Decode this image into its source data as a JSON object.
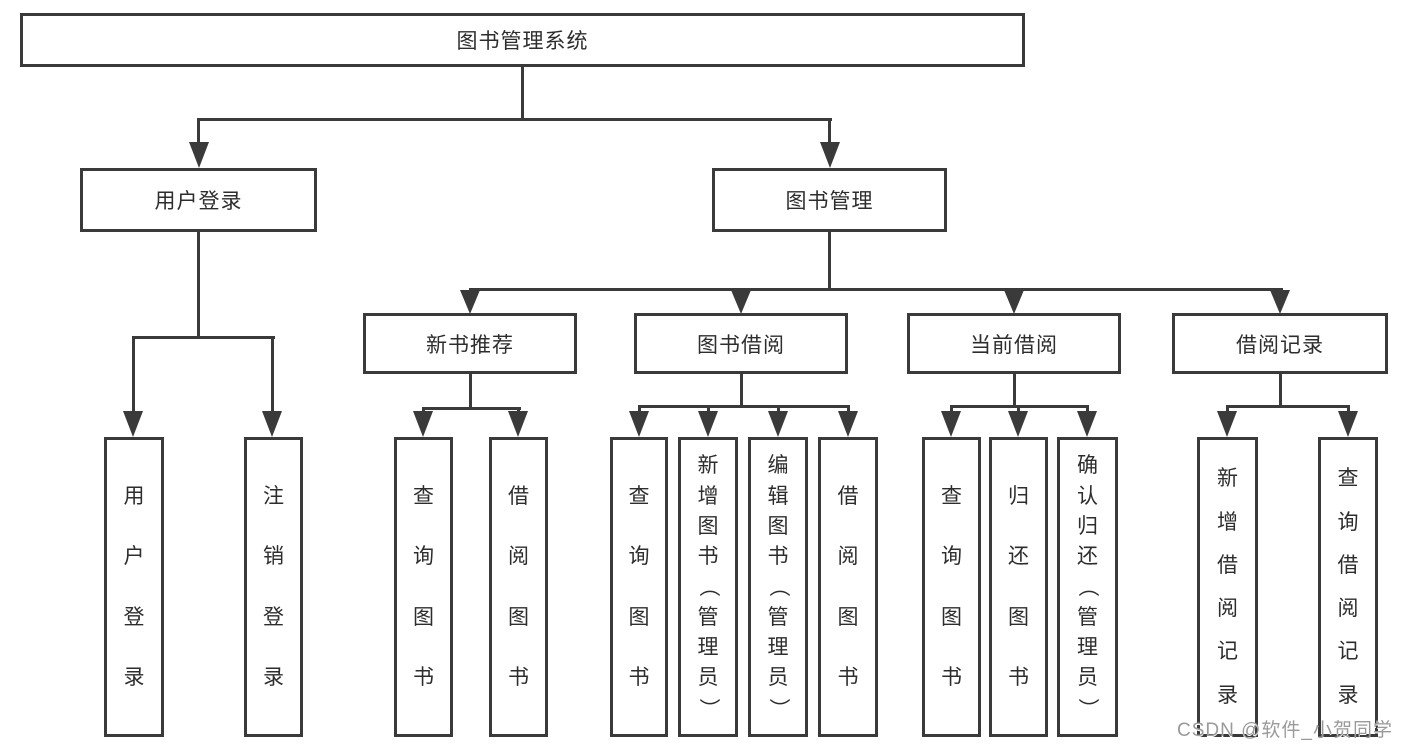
{
  "diagram": {
    "root": {
      "label": "图书管理系统"
    },
    "branches": [
      {
        "label": "用户登录",
        "children": [
          {
            "label": "用户登录"
          },
          {
            "label": "注销登录"
          }
        ]
      },
      {
        "label": "图书管理",
        "children": [
          {
            "label": "新书推荐",
            "children": [
              {
                "label": "查询图书"
              },
              {
                "label": "借阅图书"
              }
            ]
          },
          {
            "label": "图书借阅",
            "children": [
              {
                "label": "查询图书"
              },
              {
                "label": "新增图书（管理员）"
              },
              {
                "label": "编辑图书（管理员）"
              },
              {
                "label": "借阅图书"
              }
            ]
          },
          {
            "label": "当前借阅",
            "children": [
              {
                "label": "查询图书"
              },
              {
                "label": "归还图书"
              },
              {
                "label": "确认归还（管理员）"
              }
            ]
          },
          {
            "label": "借阅记录",
            "children": [
              {
                "label": "新增借阅记录"
              },
              {
                "label": "查询借阅记录"
              }
            ]
          }
        ]
      }
    ]
  },
  "watermark": "CSDN @软件_小贺同学",
  "colors": {
    "box_border": "#3a3a3a",
    "text": "#2d2d2d",
    "watermark_text": "#9a9a9a",
    "background": "#ffffff"
  }
}
